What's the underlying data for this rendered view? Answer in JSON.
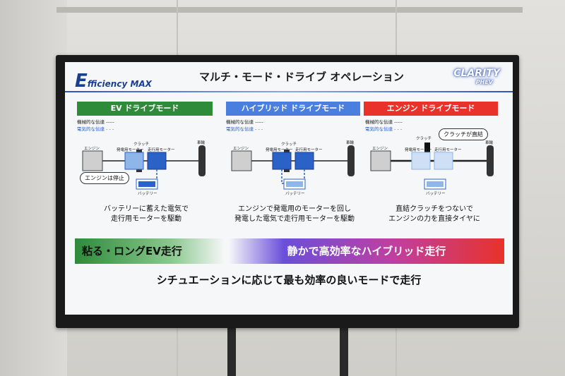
{
  "slide": {
    "brand_initial": "E",
    "brand_rest": "fficiency MAX",
    "title": "マルチ・モード・ドライブ オペレーション",
    "logo_main": "CLARITY",
    "logo_sub": "PHEV"
  },
  "modes": [
    {
      "label": "EV ドライブモード",
      "color": "#2e8b3a",
      "legend_mech": "機械的な伝達 -----",
      "legend_elec": "電気的な伝達 - - -",
      "clutch": "クラッチ",
      "engine": "エンジン",
      "gen_motor": "発電用モーター",
      "drive_motor": "走行用モーター",
      "battery": "バッテリー",
      "wheel": "車輪",
      "callout": "エンジンは停止",
      "caption_line1": "バッテリーに蓄えた電気で",
      "caption_line2": "走行用モーターを駆動"
    },
    {
      "label": "ハイブリッド ドライブモード",
      "color": "#4a7fe0",
      "legend_mech": "機械的な伝達 -----",
      "legend_elec": "電気的な伝達 - - -",
      "clutch": "クラッチ",
      "engine": "エンジン",
      "gen_motor": "発電用モーター",
      "drive_motor": "走行用モーター",
      "battery": "バッテリー",
      "wheel": "車輪",
      "caption_line1": "エンジンで発電用のモーターを回し",
      "caption_line2": "発電した電気で走行用モーターを駆動"
    },
    {
      "label": "エンジン ドライブモード",
      "color": "#e8322a",
      "legend_mech": "機械的な伝達 -----",
      "legend_elec": "電気的な伝達 - - -",
      "clutch": "クラッチ",
      "engine": "エンジン",
      "gen_motor": "発電用モーター",
      "drive_motor": "走行用モーター",
      "battery": "バッテリー",
      "wheel": "車輪",
      "callout": "クラッチが直結",
      "caption_line1": "直結クラッチをつないで",
      "caption_line2": "エンジンの力を直接タイヤに"
    }
  ],
  "bands": {
    "left": "粘る・ロングEV走行",
    "right": "静かで高効率なハイブリッド走行"
  },
  "footer": "シチュエーションに応じて最も効率の良いモードで走行",
  "colors": {
    "brand_blue": "#1b3f8f",
    "electric_blue": "#2a62c8",
    "ev_green": "#2e8b3a",
    "hybrid_blue": "#4a7fe0",
    "engine_red": "#e8322a"
  }
}
